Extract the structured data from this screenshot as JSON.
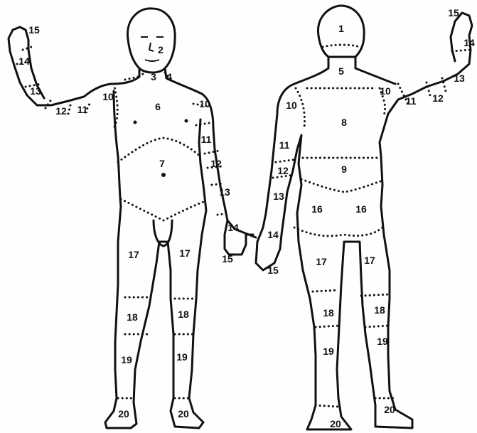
{
  "front": {
    "labels": [
      "15",
      "14",
      "13",
      "12",
      "11",
      "10",
      "2",
      "3",
      "4",
      "6",
      "10",
      "11",
      "12",
      "13",
      "7",
      "14",
      "15",
      "17",
      "17",
      "18",
      "18",
      "19",
      "19",
      "20",
      "20"
    ]
  },
  "back": {
    "labels": [
      "1",
      "5",
      "10",
      "8",
      "11",
      "12",
      "9",
      "13",
      "16",
      "16",
      "14",
      "15",
      "17",
      "17",
      "18",
      "18",
      "19",
      "19",
      "20",
      "20",
      "15",
      "14",
      "13",
      "10",
      "11",
      "12"
    ]
  }
}
